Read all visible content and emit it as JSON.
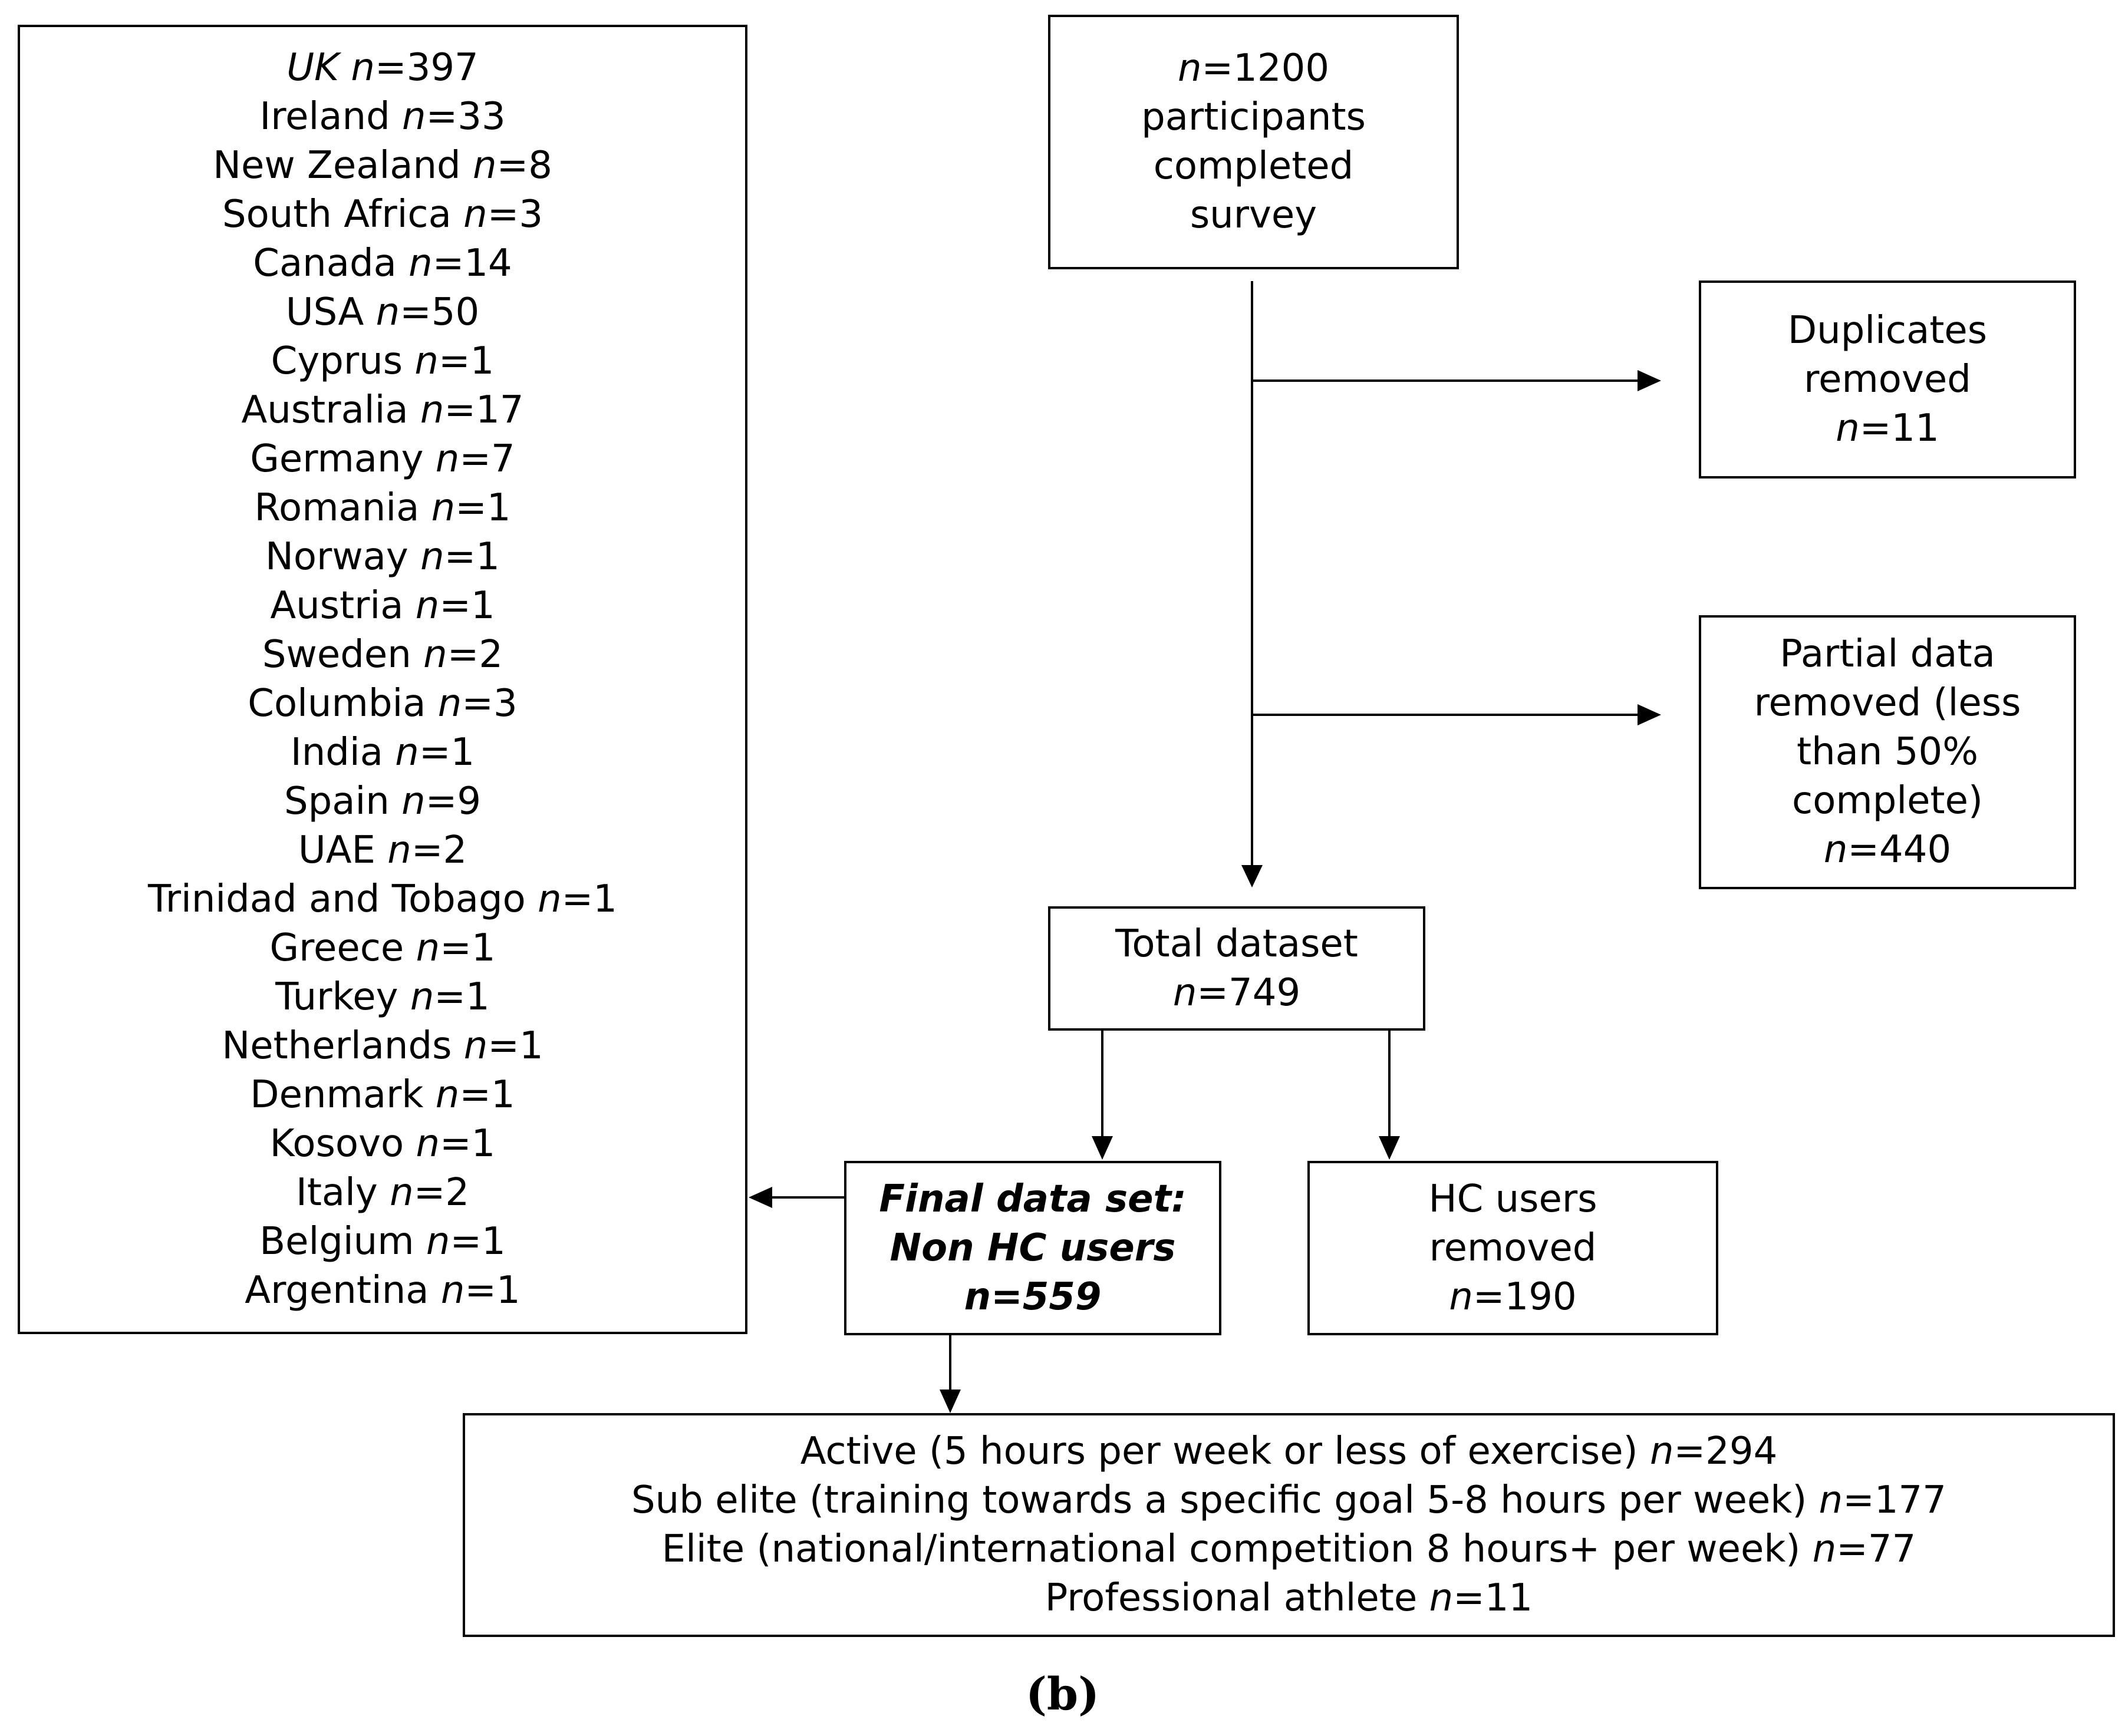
{
  "countries": {
    "items": [
      {
        "name": "UK",
        "count": "397"
      },
      {
        "name": "Ireland",
        "count": "33"
      },
      {
        "name": "New Zealand",
        "count": "8"
      },
      {
        "name": "South Africa",
        "count": "3"
      },
      {
        "name": "Canada",
        "count": "14"
      },
      {
        "name": "USA",
        "count": "50"
      },
      {
        "name": "Cyprus",
        "count": "1"
      },
      {
        "name": "Australia",
        "count": "17"
      },
      {
        "name": "Germany",
        "count": "7"
      },
      {
        "name": "Romania",
        "count": "1"
      },
      {
        "name": "Norway",
        "count": "1"
      },
      {
        "name": "Austria",
        "count": "1"
      },
      {
        "name": "Sweden",
        "count": "2"
      },
      {
        "name": "Columbia",
        "count": "3"
      },
      {
        "name": "India",
        "count": "1"
      },
      {
        "name": "Spain",
        "count": "9"
      },
      {
        "name": "UAE",
        "count": "2"
      },
      {
        "name": "Trinidad and Tobago",
        "count": "1"
      },
      {
        "name": "Greece",
        "count": "1"
      },
      {
        "name": "Turkey",
        "count": "1"
      },
      {
        "name": "Netherlands",
        "count": "1"
      },
      {
        "name": "Denmark",
        "count": "1"
      },
      {
        "name": "Kosovo",
        "count": "1"
      },
      {
        "name": "Italy",
        "count": "2"
      },
      {
        "name": "Belgium",
        "count": "1"
      },
      {
        "name": "Argentina",
        "count": "1"
      }
    ]
  },
  "n_prefix": "n",
  "eq": "=",
  "start": {
    "count": "1200",
    "lines": [
      "participants",
      "completed",
      "survey"
    ]
  },
  "duplicates": {
    "lines": [
      "Duplicates",
      "removed"
    ],
    "count": "11"
  },
  "partial": {
    "lines": [
      "Partial data",
      "removed (less",
      "than 50%",
      "complete)"
    ],
    "count": "440"
  },
  "total": {
    "label": "Total dataset",
    "count": "749"
  },
  "final": {
    "lines": [
      "Final data set:",
      "Non HC users",
      "n=559"
    ]
  },
  "hc": {
    "lines": [
      "HC users",
      "removed"
    ],
    "count": "190"
  },
  "activity": {
    "items": [
      {
        "label": "Active (5 hours per week or less of exercise)",
        "count": "294"
      },
      {
        "label": "Sub elite (training towards a specific goal 5-8 hours per week)",
        "count": "177"
      },
      {
        "label": "Elite (national/international competition 8 hours+ per week)",
        "count": "77"
      },
      {
        "label": "Professional athlete",
        "count": "11"
      }
    ]
  },
  "caption": "(b)"
}
